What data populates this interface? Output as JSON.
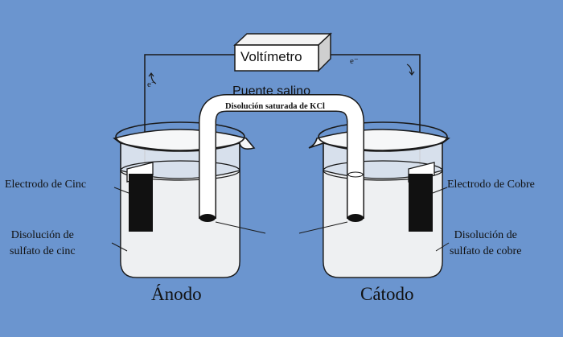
{
  "voltmeter": {
    "label": "Voltímetro"
  },
  "salt_bridge": {
    "title": "Puente salino",
    "subtitle": "Disolución saturada de KCl"
  },
  "left_cell": {
    "electrode_label": "Electrodo de Cinc",
    "solution_label_line1": "Disolución de",
    "solution_label_line2": "sulfato de cinc",
    "role_label": "Ánodo"
  },
  "right_cell": {
    "electrode_label": "Electrodo de Cobre",
    "solution_label_line1": "Disolución de",
    "solution_label_line2": "sulfato de cobre",
    "role_label": "Cátodo"
  },
  "wire_labels": {
    "left": "e⁻",
    "right": "e⁻"
  },
  "colors": {
    "background": "#6b95cf",
    "outline": "#1a1a1a",
    "electrode": "#111111",
    "glass": "#dfe4ea",
    "liquid": "#e9ecef"
  }
}
